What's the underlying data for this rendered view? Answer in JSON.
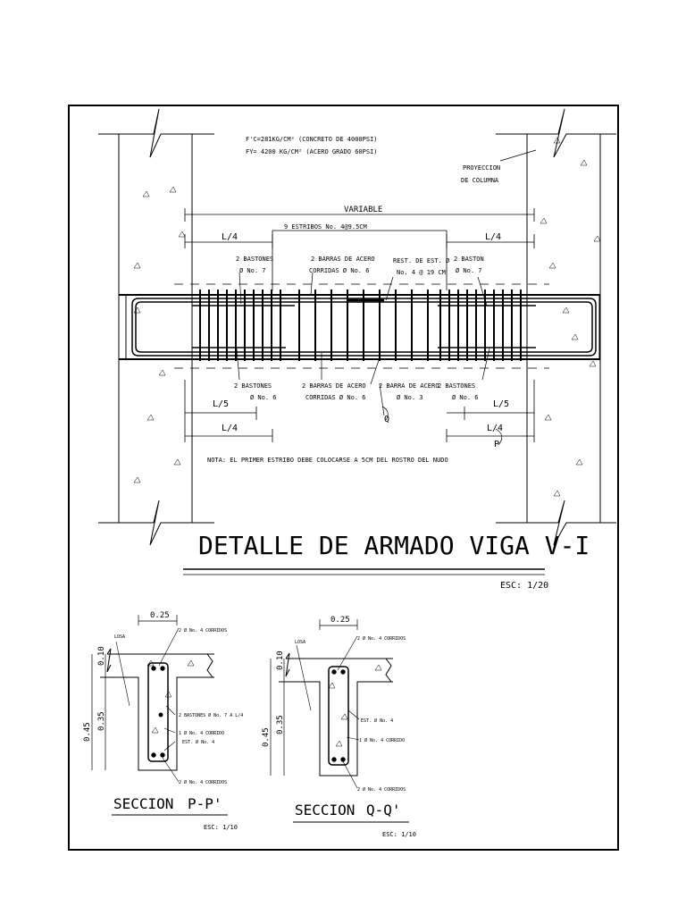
{
  "notes": {
    "fc": "F'C=281KG/CM² (CONCRETO DE 4000PSI)",
    "fy": "FY= 4200 KG/CM² (ACERO GRADO 60PSI)",
    "proyeccion_1": "PROYECCION",
    "proyeccion_2": "DE COLUMNA",
    "nota": "NOTA: EL PRIMER ESTRIBO DEBE COLOCARSE A 5CM DEL ROSTRO DEL NUDO"
  },
  "elevation": {
    "variable": "VARIABLE",
    "estribos": "9 ESTRIBOS No. 4@9.5CM",
    "l4_top_left": "L/4",
    "l4_top_right": "L/4",
    "l5_left": "L/5",
    "l4_bot_left": "L/4",
    "l5_right": "L/5",
    "l4_bot_right": "L/4",
    "top_bastones_1": "2 BASTONES",
    "top_bastones_2": "Ø No. 7",
    "top_barras_1": "2 BARRAS DE ACERO",
    "top_barras_2": "CORRIDAS Ø No. 6",
    "rest_1": "REST. DE EST. Ø",
    "rest_2": "No. 4 @ 19 CM",
    "baston_right_1": "2 BASTON",
    "baston_right_2": "Ø No. 7",
    "bot_bastones_left_1": "2 BASTONES",
    "bot_bastones_left_2": "Ø No. 6",
    "bot_barras_1": "2 BARRAS DE ACERO",
    "bot_barras_2": "CORRIDAS Ø No. 6",
    "bot_barra_1": "2 BARRA DE ACERO",
    "bot_barra_2": "Ø No. 3",
    "bot_bastones_right_1": "2 BASTONES",
    "bot_bastones_right_2": "Ø No. 6",
    "cut_q": "Q",
    "cut_p": "P"
  },
  "title": {
    "main": "DETALLE DE ARMADO VIGA V-I",
    "scale": "ESC: 1/20"
  },
  "section_p": {
    "width": "0.25",
    "h_total": "0.45",
    "h_slab": "0.10",
    "h_web": "0.35",
    "losa": "LOSA",
    "top_bars": "2 Ø No. 4 CORRIDOS",
    "bastones": "2 BASTONES Ø No. 7 A L/4",
    "mid_bar": "1 Ø No. 4 CORRIDO",
    "est": "EST. Ø No. 4",
    "bot_bars": "2 Ø No. 4 CORRIDOS",
    "label": "SECCION",
    "cut": "P-P'",
    "scale": "ESC: 1/10"
  },
  "section_q": {
    "width": "0.25",
    "h_total": "0.45",
    "h_slab": "0.10",
    "h_web": "0.35",
    "losa": "LOSA",
    "top_bars": "2 Ø No. 4 CORRIDOS",
    "est": "EST. Ø No. 4",
    "mid_bar": "1 Ø No. 4 CORRIDO",
    "bot_bars": "2 Ø No. 4 CORRIDOS",
    "label": "SECCION",
    "cut": "Q-Q'",
    "scale": "ESC: 1/10"
  }
}
